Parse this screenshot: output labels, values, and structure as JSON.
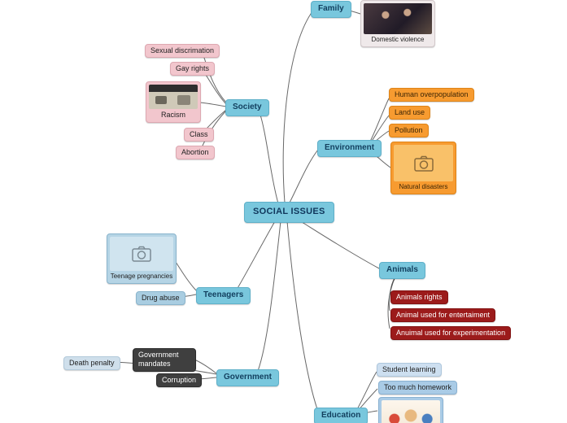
{
  "center": {
    "label": "SOCIAL ISSUES"
  },
  "family": {
    "label": "Family",
    "image": {
      "caption": "Domestic violence"
    }
  },
  "society": {
    "label": "Society",
    "sexual_discrimation": "Sexual discrimation",
    "gay_rights": "Gay rights",
    "racism": {
      "caption": "Racism"
    },
    "class": "Class",
    "abortion": "Abortion"
  },
  "environment": {
    "label": "Environment",
    "human_overpopulation": "Human overpopulation",
    "land_use": "Land use",
    "pollution": "Pollution",
    "natural_disasters": {
      "caption": "Natural disasters"
    }
  },
  "animals": {
    "label": "Animals",
    "animals_rights": "Animals rights",
    "entertainment": "Animal used for entertaiment",
    "experimentation": "Anuimal used for experimentation"
  },
  "teenagers": {
    "label": "Teenagers",
    "teenage_pregnancies": {
      "caption": "Teenage pregnancies"
    },
    "drug_abuse": "Drug abuse"
  },
  "government": {
    "label": "Government",
    "death_penalty": "Death penalty",
    "mandates": "Government mandates",
    "corruption": "Corruption"
  },
  "education": {
    "label": "Education",
    "student_learning": "Student learning",
    "too_much_homework": "Too much homework"
  },
  "colors": {
    "branch_bg": "#79c7dd",
    "branch_text": "#123f5e",
    "society_child_bg": "#f2c6cd",
    "environment_child_bg": "#f79b30",
    "animals_child_bg": "#9c1b1b",
    "teenagers_child_bg": "#a9cde1",
    "government_dark_bg": "#3f3f3f",
    "government_light_bg": "#cfdfeb",
    "education_light_bg": "#cddff0",
    "education_mid_bg": "#a9cbe6",
    "edge_color": "#4d4d4d"
  }
}
